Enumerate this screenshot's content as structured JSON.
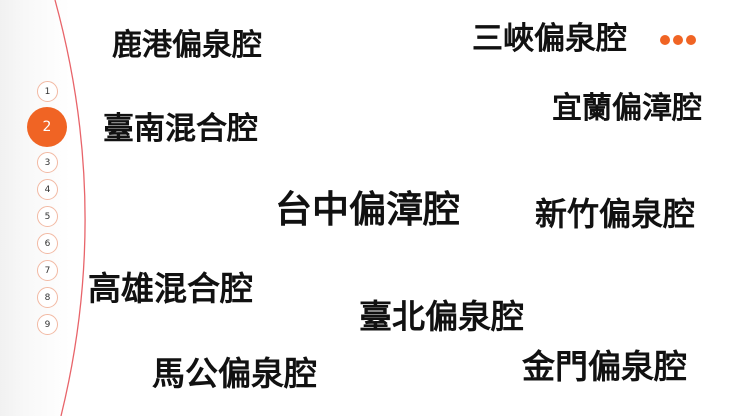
{
  "slide": {
    "accent_color": "#f06424",
    "arc_color": "#e8646a"
  },
  "nav": {
    "active_index": 2,
    "items": [
      {
        "label": "1"
      },
      {
        "label": "2"
      },
      {
        "label": "3"
      },
      {
        "label": "4"
      },
      {
        "label": "5"
      },
      {
        "label": "6"
      },
      {
        "label": "7"
      },
      {
        "label": "8"
      },
      {
        "label": "9"
      }
    ]
  },
  "menu": {
    "icon": "more-horizontal-icon"
  },
  "labels": [
    {
      "text": "鹿港偏泉腔"
    },
    {
      "text": "三峽偏泉腔"
    },
    {
      "text": "宜蘭偏漳腔"
    },
    {
      "text": "臺南混合腔"
    },
    {
      "text": "台中偏漳腔"
    },
    {
      "text": "新竹偏泉腔"
    },
    {
      "text": "高雄混合腔"
    },
    {
      "text": "臺北偏泉腔"
    },
    {
      "text": "馬公偏泉腔"
    },
    {
      "text": "金門偏泉腔"
    }
  ]
}
